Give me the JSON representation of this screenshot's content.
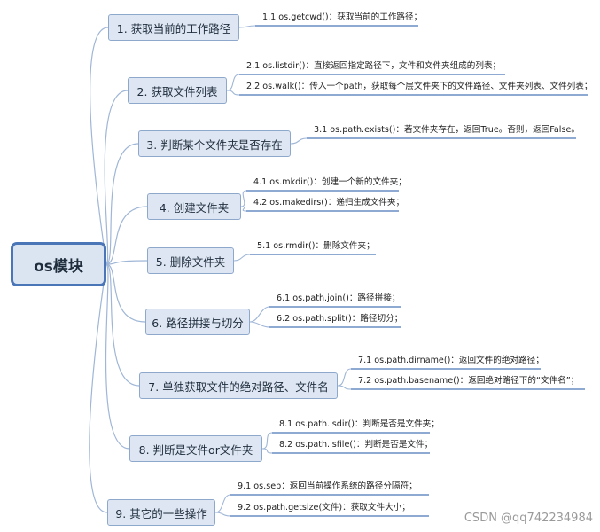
{
  "root": {
    "label": "os模块"
  },
  "colors": {
    "branch": "#9fb6d6",
    "leaf_line": "#4a76b8",
    "node_fill": "#dde6f2",
    "root_border": "#4a76b8"
  },
  "branches": [
    {
      "label": "1. 获取当前的工作路径",
      "items": [
        "1.1 os.getcwd()：获取当前的工作路径；"
      ]
    },
    {
      "label": "2. 获取文件列表",
      "items": [
        "2.1 os.listdir()：直接返回指定路径下，文件和文件夹组成的列表；",
        "2.2 os.walk()：传入一个path，获取每个层文件夹下的文件路径、文件夹列表、文件列表；"
      ]
    },
    {
      "label": "3. 判断某个文件夹是否存在",
      "items": [
        "3.1  os.path.exists()：若文件夹存在，返回True。否则，返回False。"
      ]
    },
    {
      "label": "4. 创建文件夹",
      "items": [
        "4.1 os.mkdir()：创建一个新的文件夹；",
        "4.2 os.makedirs()：递归生成文件夹；"
      ]
    },
    {
      "label": "5. 删除文件夹",
      "items": [
        "5.1 os.rmdir()：删除文件夹；"
      ]
    },
    {
      "label": "6. 路径拼接与切分",
      "items": [
        "6.1 os.path.join()：路径拼接；",
        "6.2 os.path.split()：路径切分；"
      ]
    },
    {
      "label": "7. 单独获取文件的绝对路径、文件名",
      "items": [
        "7.1 os.path.dirname()：返回文件的绝对路径；",
        "7.2 os.path.basename()：返回绝对路径下的“文件名”；"
      ]
    },
    {
      "label": "8. 判断是文件or文件夹",
      "items": [
        "8.1 os.path.isdir()：判断是否是文件夹；",
        "8.2 os.path.isfile()：判断是否是文件；"
      ]
    },
    {
      "label": "9. 其它的一些操作",
      "items": [
        "9.1 os.sep：返回当前操作系统的路径分隔符；",
        "9.2 os.path.getsize(文件)：获取文件大小；"
      ]
    }
  ],
  "watermark": "CSDN @qq742234984"
}
